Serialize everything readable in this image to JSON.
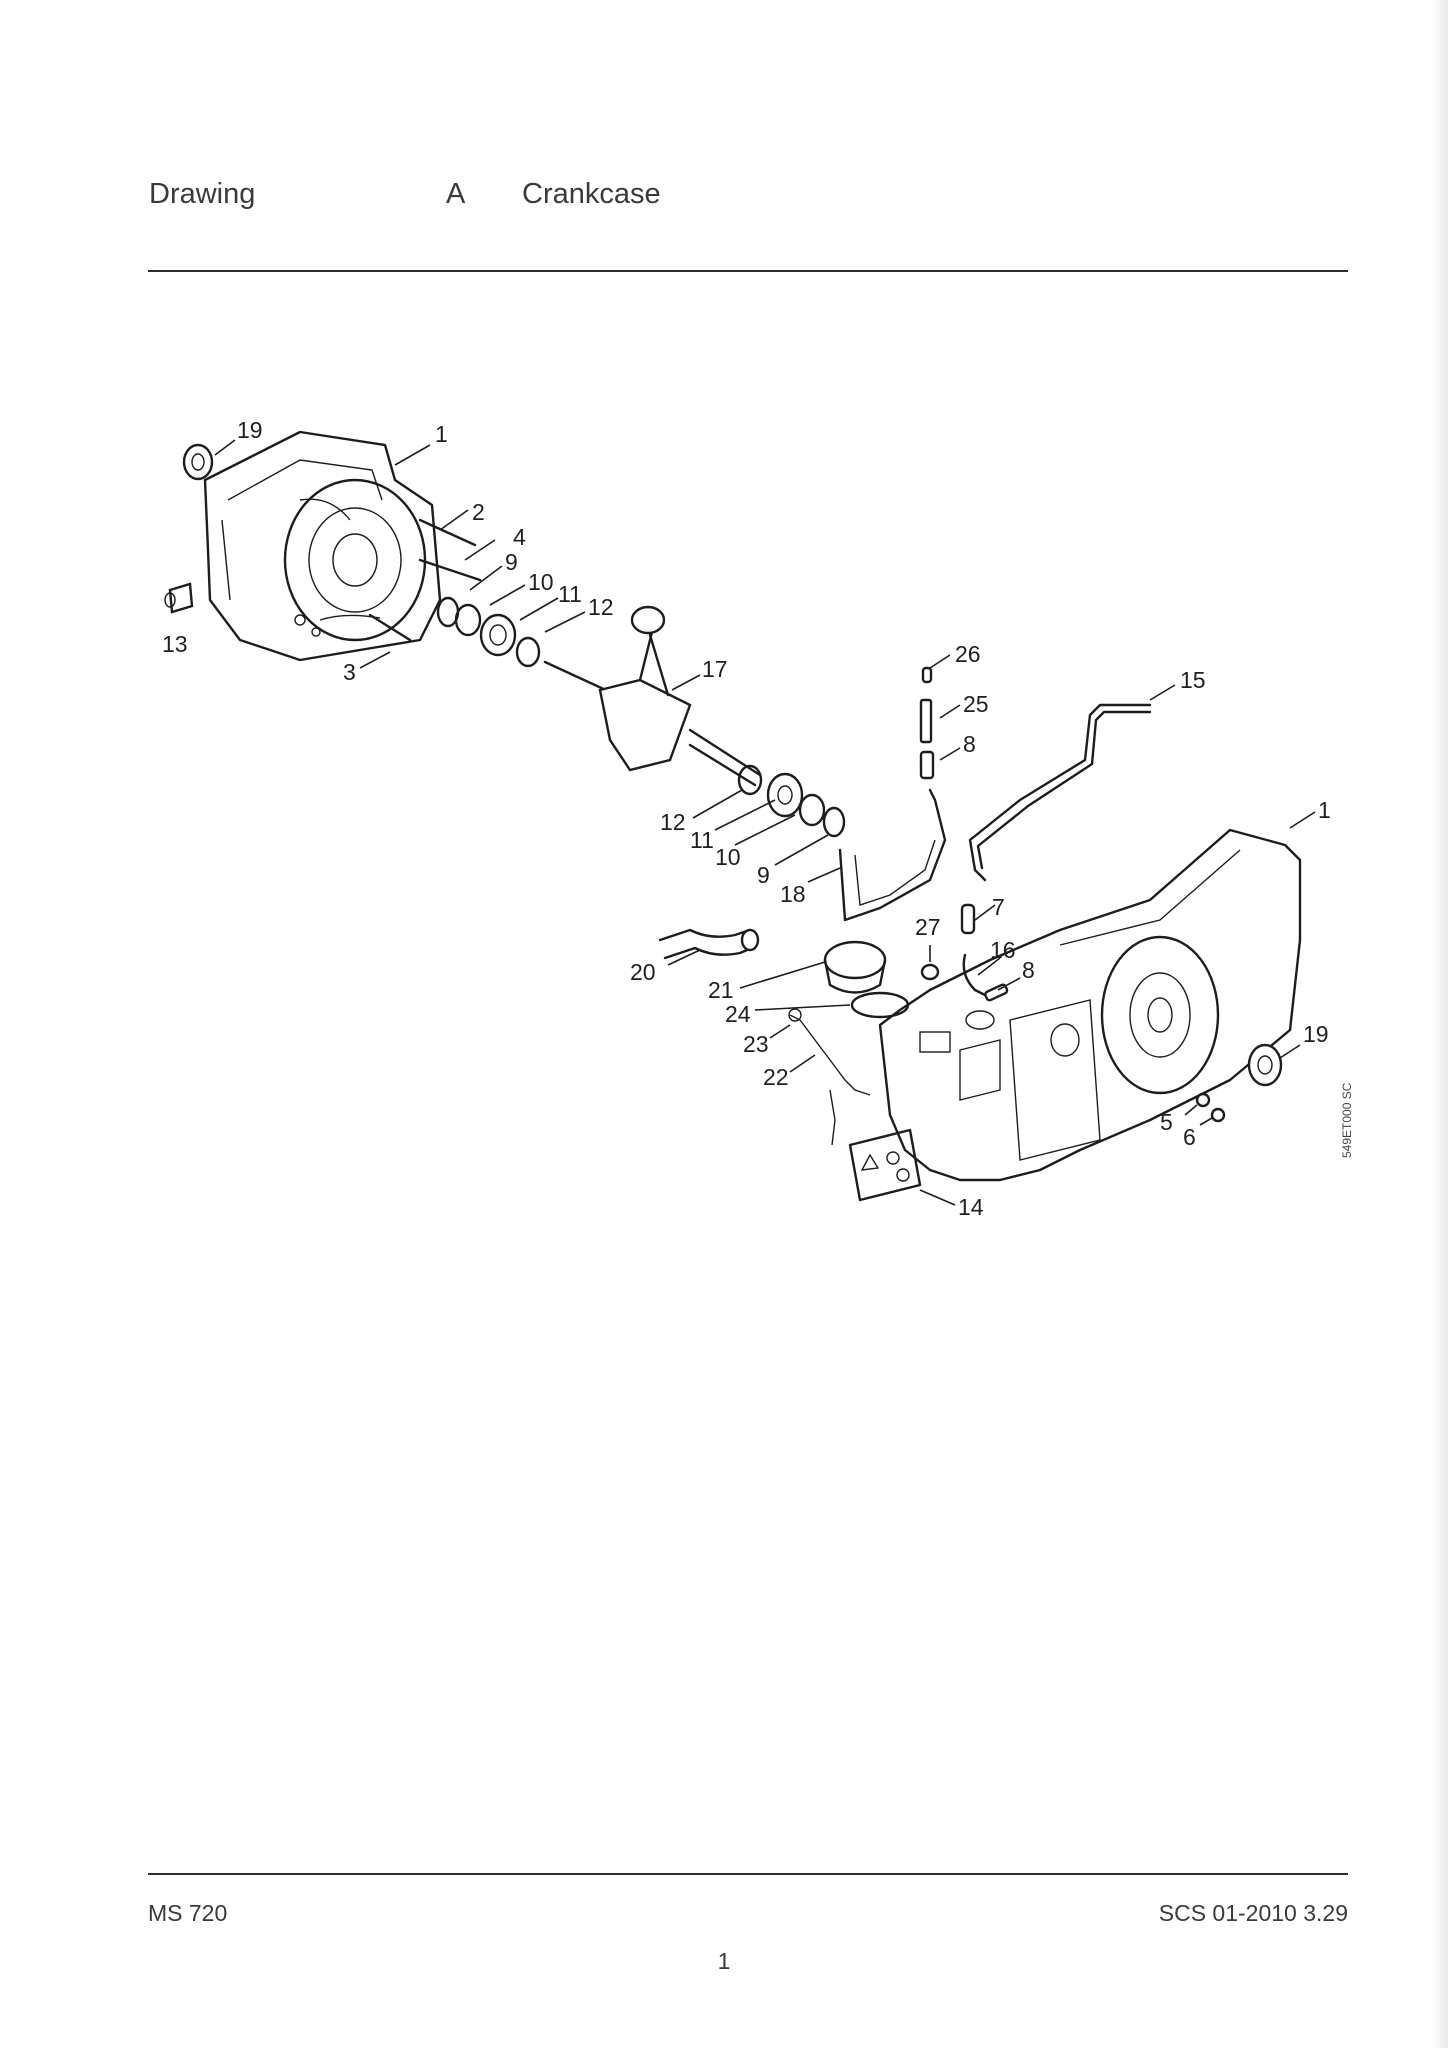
{
  "header": {
    "section": "Drawing",
    "letter": "A",
    "title": "Crankcase"
  },
  "footer": {
    "model": "MS 720",
    "reference": "SCS 01-2010 3.29",
    "page": "1"
  },
  "drawing_code": "549ET000 SC",
  "callouts": {
    "c19a": "19",
    "c1a": "1",
    "c2": "2",
    "c4": "4",
    "c9a": "9",
    "c10a": "10",
    "c11a": "11",
    "c12a": "12",
    "c13": "13",
    "c3": "3",
    "c17": "17",
    "c26": "26",
    "c25": "25",
    "c8a": "8",
    "c15": "15",
    "c12b": "12",
    "c11b": "11",
    "c10b": "10",
    "c9b": "9",
    "c18": "18",
    "c1b": "1",
    "c7": "7",
    "c27": "27",
    "c16": "16",
    "c8b": "8",
    "c20": "20",
    "c21": "21",
    "c24": "24",
    "c23": "23",
    "c22": "22",
    "c19b": "19",
    "c5": "5",
    "c6": "6",
    "c14": "14"
  }
}
